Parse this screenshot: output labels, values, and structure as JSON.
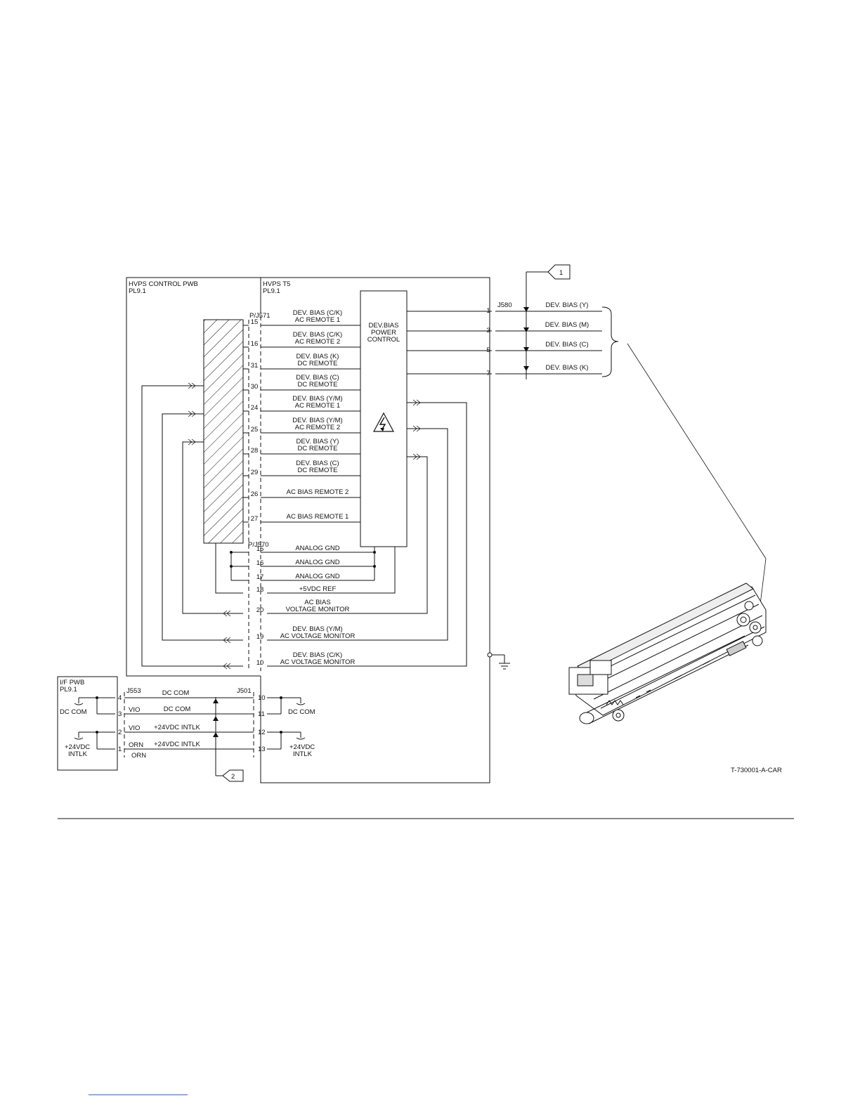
{
  "boards": {
    "hvps_control": {
      "name": "HVPS CONTROL PWB",
      "pl": "PL9.1"
    },
    "hvps_t5": {
      "name": "HVPS T5",
      "pl": "PL9.1"
    },
    "if_pwb": {
      "name": "I/F PWB",
      "pl": "PL9.1"
    }
  },
  "power_control": {
    "lines": [
      "DEV.BIAS",
      "POWER",
      "CONTROL"
    ]
  },
  "connectors": {
    "pj571": "P/J571",
    "pj570": "P/J570",
    "j580": "J580",
    "j553": "J553",
    "j501": "J501"
  },
  "pj571_pins": [
    {
      "pin": "15",
      "l1": "DEV. BIAS (C/K)",
      "l2": "AC REMOTE 1"
    },
    {
      "pin": "16",
      "l1": "DEV. BIAS (C/K)",
      "l2": "AC REMOTE 2"
    },
    {
      "pin": "31",
      "l1": "DEV. BIAS (K)",
      "l2": "DC REMOTE"
    },
    {
      "pin": "30",
      "l1": "DEV. BIAS (C)",
      "l2": "DC REMOTE"
    },
    {
      "pin": "24",
      "l1": "DEV. BIAS (Y/M)",
      "l2": "AC REMOTE 1"
    },
    {
      "pin": "25",
      "l1": "DEV. BIAS (Y/M)",
      "l2": "AC REMOTE 2"
    },
    {
      "pin": "28",
      "l1": "DEV. BIAS (Y)",
      "l2": "DC REMOTE"
    },
    {
      "pin": "29",
      "l1": "DEV. BIAS (C)",
      "l2": "DC REMOTE"
    },
    {
      "pin": "26",
      "l1": "",
      "l2": "AC BIAS REMOTE 2"
    },
    {
      "pin": "27",
      "l1": "",
      "l2": "AC BIAS REMOTE 1"
    }
  ],
  "pj570_pins": [
    {
      "pin": "15",
      "l1": "",
      "l2": "ANALOG GND"
    },
    {
      "pin": "16",
      "l1": "",
      "l2": "ANALOG GND"
    },
    {
      "pin": "17",
      "l1": "",
      "l2": "ANALOG GND"
    },
    {
      "pin": "18",
      "l1": "",
      "l2": "+5VDC REF"
    },
    {
      "pin": "20",
      "l1": "AC BIAS",
      "l2": "VOLTAGE MONITOR"
    },
    {
      "pin": "19",
      "l1": "DEV. BIAS (Y/M)",
      "l2": "AC VOLTAGE MONITOR"
    },
    {
      "pin": "10",
      "l1": "DEV. BIAS (C/K)",
      "l2": "AC VOLTAGE MONITOR"
    }
  ],
  "j580_pins": [
    {
      "pin": "1",
      "signal": "DEV. BIAS (Y)"
    },
    {
      "pin": "3",
      "signal": "DEV. BIAS (M)"
    },
    {
      "pin": "5",
      "signal": "DEV. BIAS (C)"
    },
    {
      "pin": "7",
      "signal": "DEV. BIAS (K)"
    }
  ],
  "if_wires": [
    {
      "left_pin": "4",
      "right_pin": "10",
      "signal": "DC COM",
      "color": ""
    },
    {
      "left_pin": "3",
      "right_pin": "11",
      "signal": "DC COM",
      "color": "VIO"
    },
    {
      "left_pin": "2",
      "right_pin": "12",
      "signal": "+24VDC INTLK",
      "color": "VIO"
    },
    {
      "left_pin": "1",
      "right_pin": "13",
      "signal": "+24VDC INTLK",
      "color": "ORN"
    }
  ],
  "wire_color_bottom": "ORN",
  "grounds": {
    "left_dc_com": "DC COM",
    "right_dc_com": "DC COM",
    "left_intlk": [
      "+24VDC",
      "INTLK"
    ],
    "right_intlk": [
      "+24VDC",
      "INTLK"
    ]
  },
  "callouts": {
    "top": "1",
    "bottom": "2"
  },
  "figure_id": "T-730001-A-CAR"
}
